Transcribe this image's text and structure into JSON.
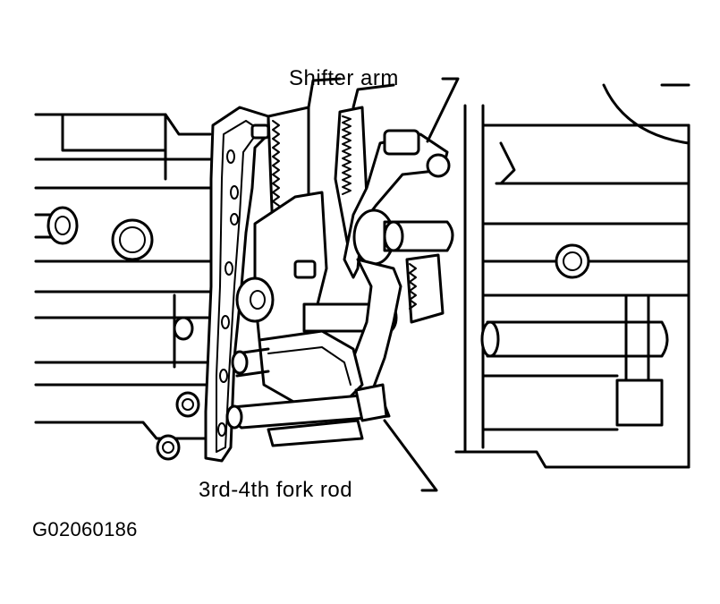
{
  "labels": {
    "shifter_arm": "Shifter arm",
    "fork_rod": "3rd-4th fork rod",
    "figure_code": "G02060186"
  },
  "colors": {
    "ink": "#000000",
    "paper": "#ffffff"
  }
}
